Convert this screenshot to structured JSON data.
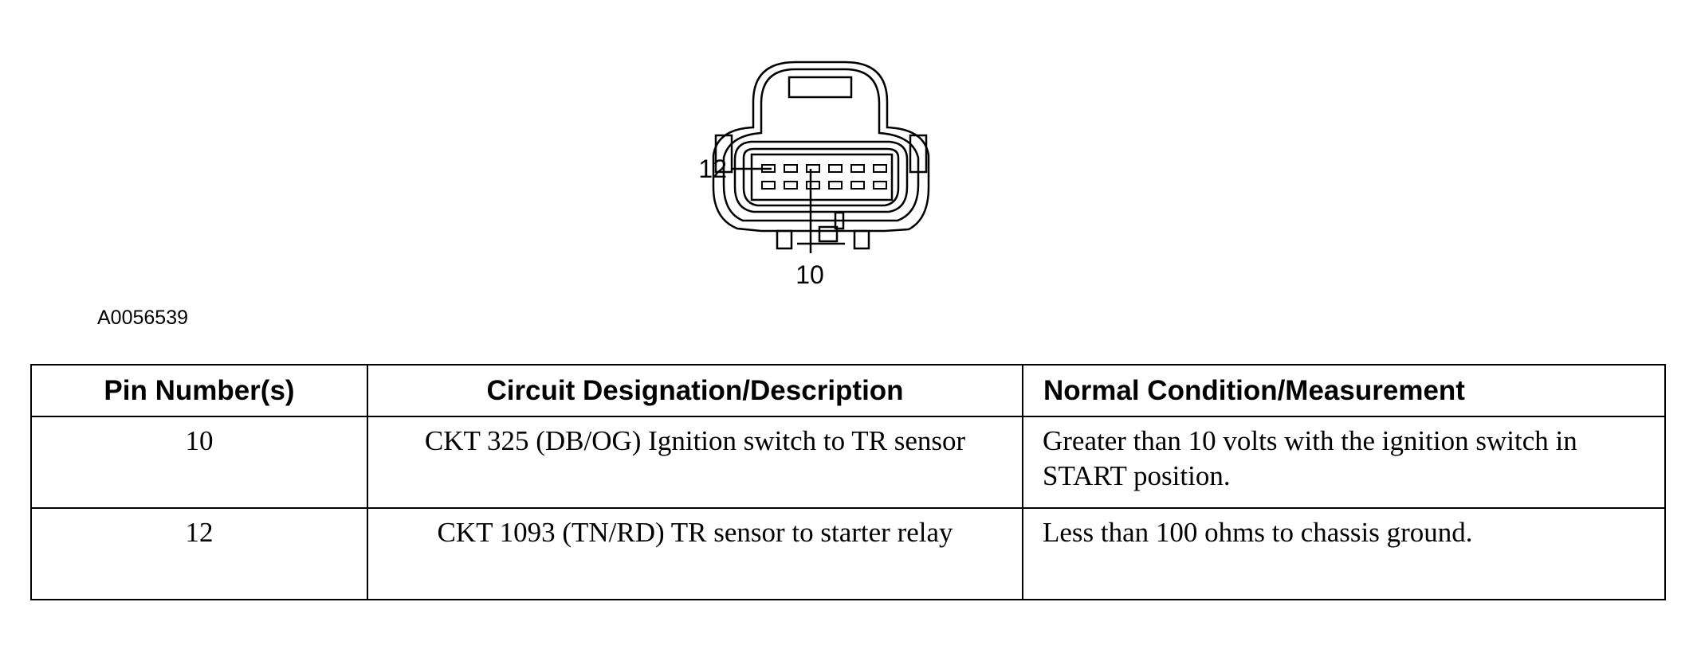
{
  "figure": {
    "id": "A0056539",
    "callouts": [
      "12",
      "10"
    ]
  },
  "table": {
    "headers": [
      "Pin Number(s)",
      "Circuit Designation/Description",
      "Normal Condition/Measurement"
    ],
    "rows": [
      [
        "10",
        "CKT 325 (DB/OG) Ignition switch to TR sensor",
        "Greater than 10 volts with the ignition switch in START position."
      ],
      [
        "12",
        "CKT 1093 (TN/RD) TR sensor to starter relay",
        "Less than 100 ohms to chassis ground."
      ]
    ]
  }
}
